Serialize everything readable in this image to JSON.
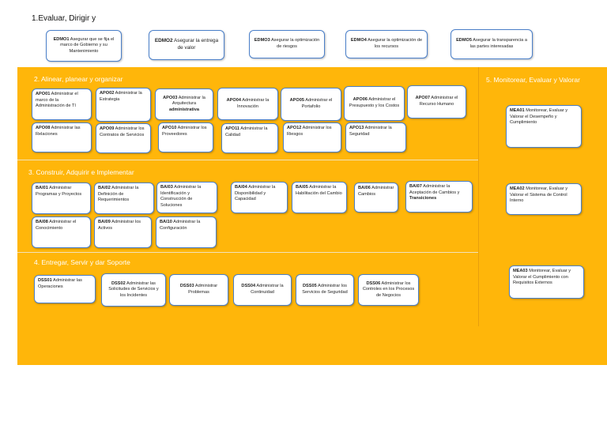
{
  "edm": {
    "title": "1.Evaluar, Dirigir y",
    "items": [
      {
        "code": "EDMO1",
        "text": "Asegurar que se fija el marco de Gobierno y su Mantenimiento"
      },
      {
        "code": "EDMO2",
        "text": "Asegurar la entrega de valor"
      },
      {
        "code": "EDMO3",
        "text": "Asegurar la optimización de riesgos"
      },
      {
        "code": "EDMO4",
        "text": "Asegurar la optimización de los recursos"
      },
      {
        "code": "EDMO5",
        "text": "Asegurar la transparencia a las partes interesadas"
      }
    ]
  },
  "apo": {
    "title": "2. Alinear, planear y organizar",
    "items": [
      {
        "code": "APO01",
        "text": "Administrar el marco de la Administración de TI"
      },
      {
        "code": "APO02",
        "text": "Administrar la Estrategia"
      },
      {
        "code": "APO03",
        "text": "Administrar la Arquitectura",
        "extra": "administrativa"
      },
      {
        "code": "APO04",
        "text": "Administrar la Innovación"
      },
      {
        "code": "APO05",
        "text": "Administrar el Portafolio"
      },
      {
        "code": "APO06",
        "text": "Administrar el Presupuesto y los Costos"
      },
      {
        "code": "APO07",
        "text": "Administrar el Recurso Humano"
      },
      {
        "code": "APO08",
        "text": "Administrar las Relaciones"
      },
      {
        "code": "APO09",
        "text": "Administrar los Contratos de Servicios"
      },
      {
        "code": "APO10",
        "text": "Administrar los Proveedores"
      },
      {
        "code": "APO11",
        "text": "Administrar la Calidad"
      },
      {
        "code": "APO12",
        "text": "Administrar los Riesgos"
      },
      {
        "code": "APO13",
        "text": "Administrar la Seguridad"
      }
    ]
  },
  "bai": {
    "title": "3. Construir, Adquirir e Implementar",
    "items": [
      {
        "code": "BAI01",
        "text": "Administrar Programas y Proyectos"
      },
      {
        "code": "BAI02",
        "text": "Administrar la Definición de Requerimientos"
      },
      {
        "code": "BAI03",
        "text": "Administrar la Identificación y Construcción de Soluciones"
      },
      {
        "code": "BAI04",
        "text": "Administrar la Disponibilidad y Capacidad"
      },
      {
        "code": "BAI05",
        "text": "Administrar la Habilitación del Cambio"
      },
      {
        "code": "BAI06",
        "text": "Administrar Cambios"
      },
      {
        "code": "BAI07",
        "text": "Administrar la Aceptación de Cambios y",
        "extra": "Transiciones"
      },
      {
        "code": "BAI08",
        "text": "Administrar el Conocimiento"
      },
      {
        "code": "BAI09",
        "text": "Administrar los Activos"
      },
      {
        "code": "BAI10",
        "text": "Administrar la Configuración"
      }
    ]
  },
  "dss": {
    "title": "4. Entregar, Servir y dar Soporte",
    "items": [
      {
        "code": "DSS01",
        "text": "Administrar las Operaciones"
      },
      {
        "code": "DSS02",
        "text": "Administrar las Solicitudes de Servicios y los Incidentes"
      },
      {
        "code": "DSS03",
        "text": "Administrar Problemas"
      },
      {
        "code": "DSS04",
        "text": "Administrar la Continuidad"
      },
      {
        "code": "DSS05",
        "text": "Administrar los Servicios de Seguridad"
      },
      {
        "code": "DSS06",
        "text": "Administrar los Controles en los Procesos de Negocios"
      }
    ]
  },
  "mea": {
    "title": "5. Monitorear, Evaluar y Valorar",
    "items": [
      {
        "code": "MEA01",
        "text": "Monitorear, Evaluar y Valorar el Desempeño y Cumplimiento"
      },
      {
        "code": "MEA02",
        "text": "Monitorear, Evaluar y Valorar el Sistema de Control Interno"
      },
      {
        "code": "MEA03",
        "text": "Monitorear, Evaluar y Valorar el Cumplimiento con Requisitos Externos"
      }
    ]
  },
  "colors": {
    "panel": "#ffb60a",
    "box_border": "#4a7fc9",
    "panel_text": "#ffffff"
  }
}
